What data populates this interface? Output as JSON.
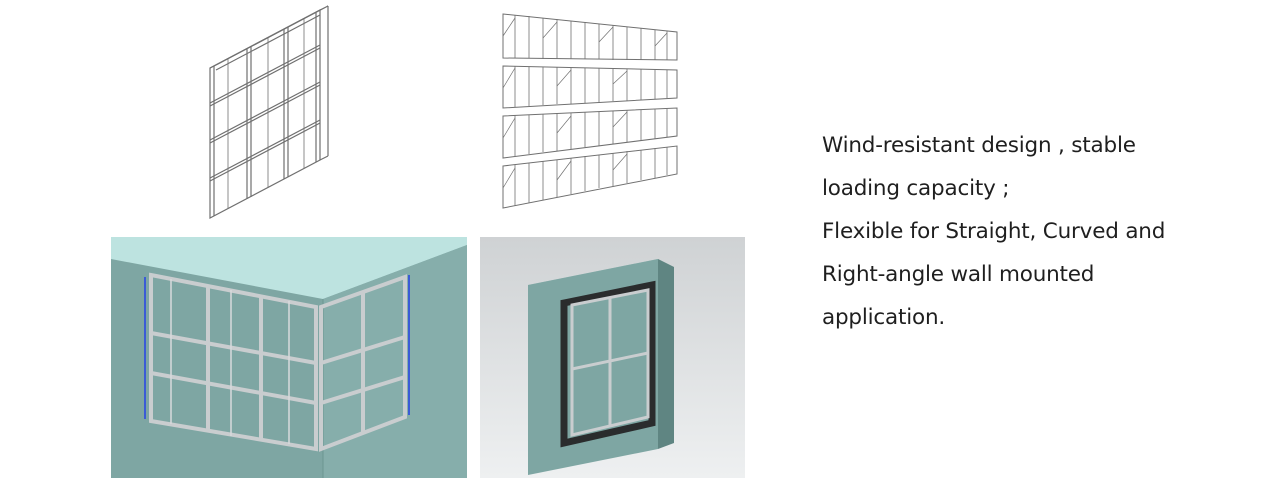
{
  "description_lines": [
    "Wind-resistant design , stable",
    "loading capacity ;",
    "Flexible for Straight, Curved and",
    "Right-angle wall mounted",
    "application."
  ],
  "colors": {
    "frame_line": "#6e6e6e",
    "wall_teal": "#7ea6a3",
    "wall_top": "#bde3e0",
    "steel": "#bfc4c6",
    "render_bg": "#d9dcde",
    "text": "#1f1f1f"
  },
  "images": [
    "steel-frame-isometric-wireframe",
    "steel-truss-frame-wireframe",
    "corner-wall-mounted-frame-render",
    "flat-wall-mounted-frame-render"
  ]
}
